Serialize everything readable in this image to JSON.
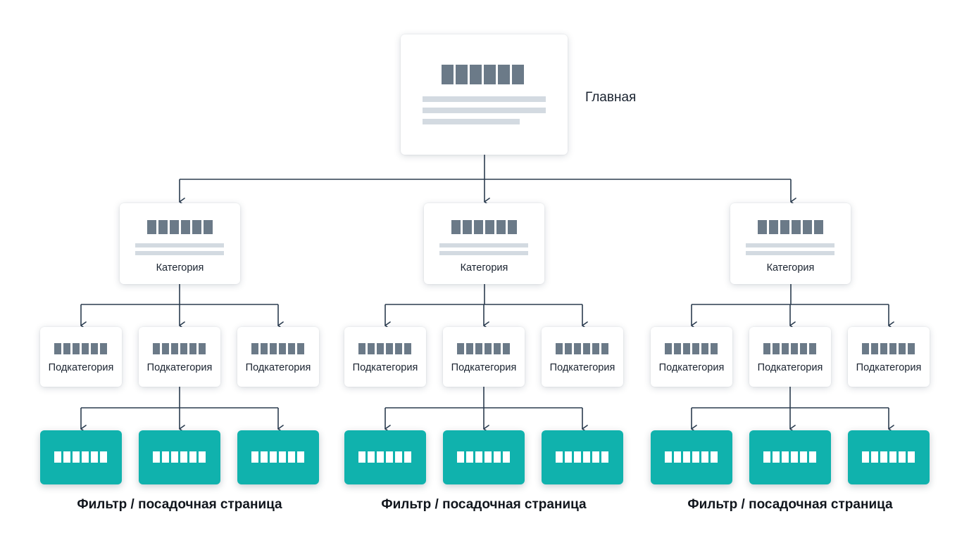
{
  "root": {
    "label": "Главная"
  },
  "branches": [
    {
      "category": {
        "label": "Категория"
      },
      "subcategories": [
        {
          "label": "Подкатегория"
        },
        {
          "label": "Подкатегория"
        },
        {
          "label": "Подкатегория"
        }
      ],
      "filters_count": 3,
      "filters_label": "Фильтр / посадочная страница"
    },
    {
      "category": {
        "label": "Категория"
      },
      "subcategories": [
        {
          "label": "Подкатегория"
        },
        {
          "label": "Подкатегория"
        },
        {
          "label": "Подкатегория"
        }
      ],
      "filters_count": 3,
      "filters_label": "Фильтр / посадочная страница"
    },
    {
      "category": {
        "label": "Категория"
      },
      "subcategories": [
        {
          "label": "Подкатегория"
        },
        {
          "label": "Подкатегория"
        },
        {
          "label": "Подкатегория"
        }
      ],
      "filters_count": 3,
      "filters_label": "Фильтр / посадочная страница"
    }
  ],
  "colors": {
    "filter_card": "#10b2ad",
    "connector": "#2b3c4f",
    "placeholder_block": "#6b7a88",
    "placeholder_line": "#d3dae1"
  }
}
